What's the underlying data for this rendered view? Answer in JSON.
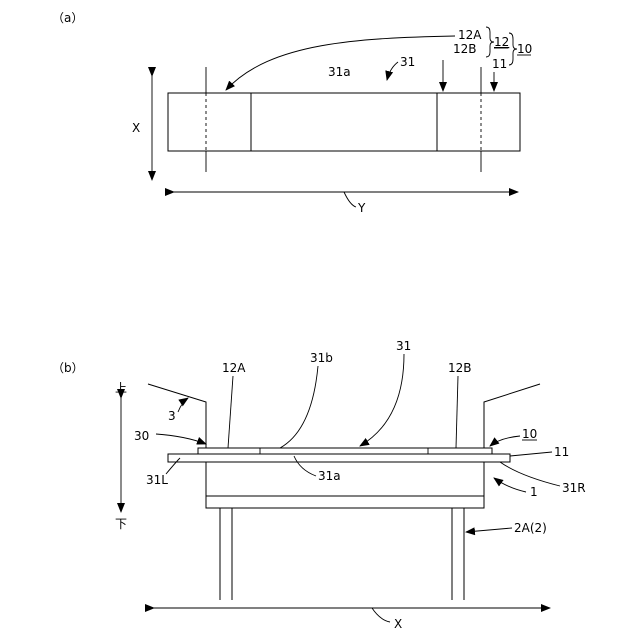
{
  "panel_a": {
    "panel_label": "（a）",
    "labels": {
      "l12A": "12A",
      "l12B": "12B",
      "l12": "12",
      "l11": "11",
      "l10": "10",
      "l31": "31",
      "l31a": "31a",
      "lX": "X",
      "lY": "Y"
    }
  },
  "panel_b": {
    "panel_label": "（b）",
    "labels": {
      "up": "上",
      "down": "下",
      "l3": "3",
      "l30": "30",
      "l12A": "12A",
      "l31b": "31b",
      "l31": "31",
      "l12B": "12B",
      "l10": "10",
      "l11": "11",
      "l31a": "31a",
      "l31L": "31L",
      "l31R": "31R",
      "l1": "1",
      "l2A": "2A(2)",
      "lX": "X"
    }
  }
}
